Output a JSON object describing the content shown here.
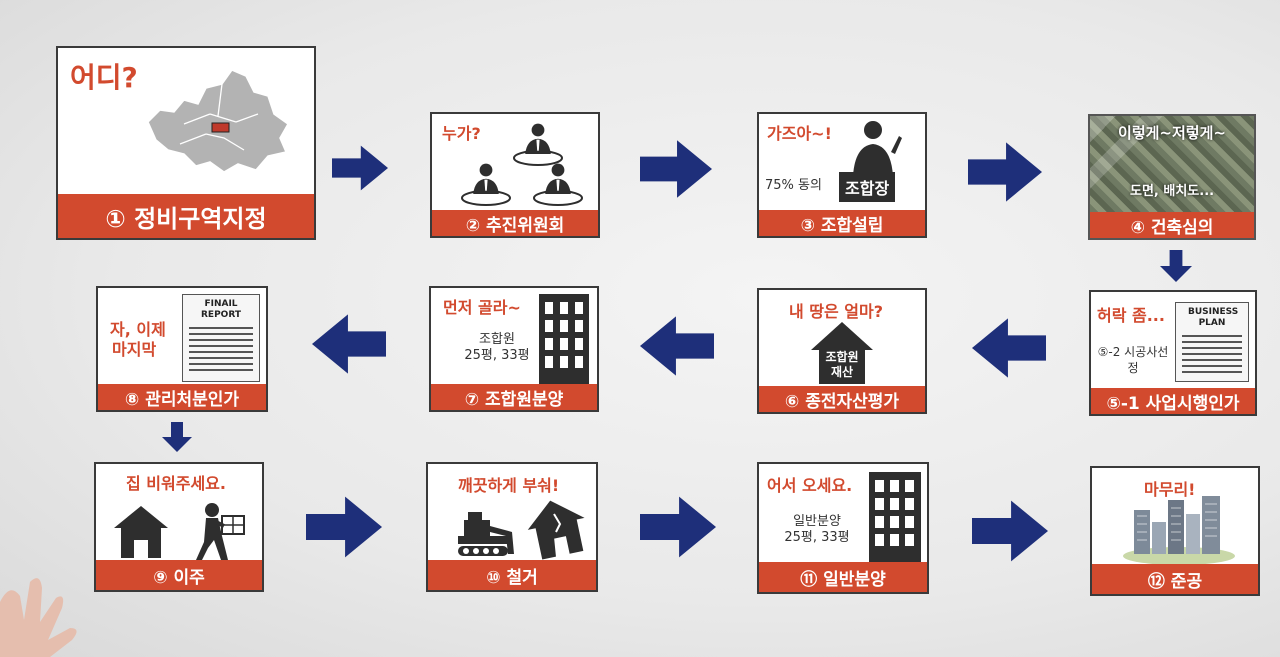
{
  "steps": {
    "s1": {
      "headline": "어디?",
      "caption": "① 정비구역지정"
    },
    "s2": {
      "headline": "누가?",
      "caption": "② 추진위원회"
    },
    "s3": {
      "headline": "가즈아~!",
      "sub": "75% 동의",
      "badge": "조합장",
      "caption": "③ 조합설립"
    },
    "s4": {
      "headline": "이렇게~저렇게~",
      "sub": "도면, 배치도...",
      "caption": "④ 건축심의"
    },
    "s5": {
      "headline": "허락 좀...",
      "doc_title": "BUSINESS PLAN",
      "sub": "⑤-2 시공사선정",
      "caption": "⑤-1 사업시행인가"
    },
    "s6": {
      "headline": "내 땅은 얼마?",
      "house_label": "조합원 재산",
      "caption": "⑥ 종전자산평가"
    },
    "s7": {
      "headline": "먼저 골라~",
      "sub_line1": "조합원",
      "sub_line2": "25평, 33평",
      "caption": "⑦ 조합원분양"
    },
    "s8": {
      "headline_line1": "자, 이제",
      "headline_line2": "마지막",
      "doc_title": "FINAIL REPORT",
      "caption": "⑧ 관리처분인가"
    },
    "s9": {
      "headline": "집 비워주세요.",
      "caption": "⑨ 이주"
    },
    "s10": {
      "headline": "깨끗하게 부숴!",
      "caption": "⑩ 철거"
    },
    "s11": {
      "headline": "어서 오세요.",
      "sub_line1": "일반분양",
      "sub_line2": "25평, 33평",
      "caption": "⑪ 일반분양"
    },
    "s12": {
      "headline": "마무리!",
      "caption": "⑫ 준공"
    }
  },
  "icons": {
    "map": "seoul-map-icon",
    "people": "three-people-icon",
    "leader": "person-podium-icon",
    "aerial": "aerial-photo",
    "document": "document-icon",
    "house": "house-icon",
    "building": "building-icon",
    "mover": "person-carrying-box-icon",
    "bulldozer": "bulldozer-icon",
    "city": "city-buildings-icon",
    "arrow": "navy-arrow-icon"
  },
  "colors": {
    "accent": "#d24a2e",
    "arrow": "#1e2f7a",
    "dark": "#2e2e2e"
  }
}
